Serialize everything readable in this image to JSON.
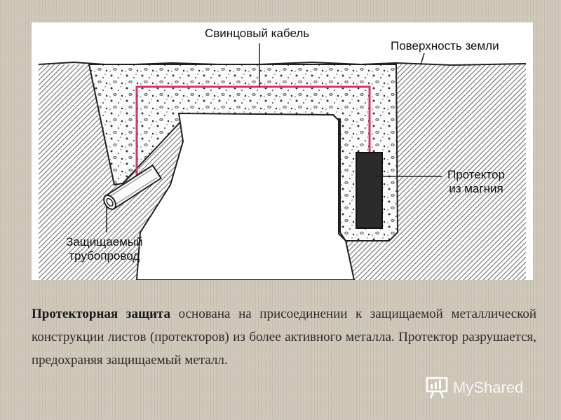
{
  "diagram": {
    "label_cable": "Свинцовый кабель",
    "label_surface": "Поверхность земли",
    "label_protector_line1": "Протектор",
    "label_protector_line2": "из магния",
    "label_pipe_line1": "Защищаемый",
    "label_pipe_line2": "трубопровод",
    "colors": {
      "cable": "#d6336f",
      "protector": "#2a2a2a",
      "soil": "#7a7a7a"
    }
  },
  "caption": {
    "bold": "Протекторная защита",
    "rest": " основана на присоединении к защищаемой металлической конструкции листов (протекторов) из более активного металла. Протектор разрушается, предохраняя защищаемый металл."
  },
  "watermark": {
    "text": "MyShared",
    "icon": "presentation-board-icon"
  }
}
